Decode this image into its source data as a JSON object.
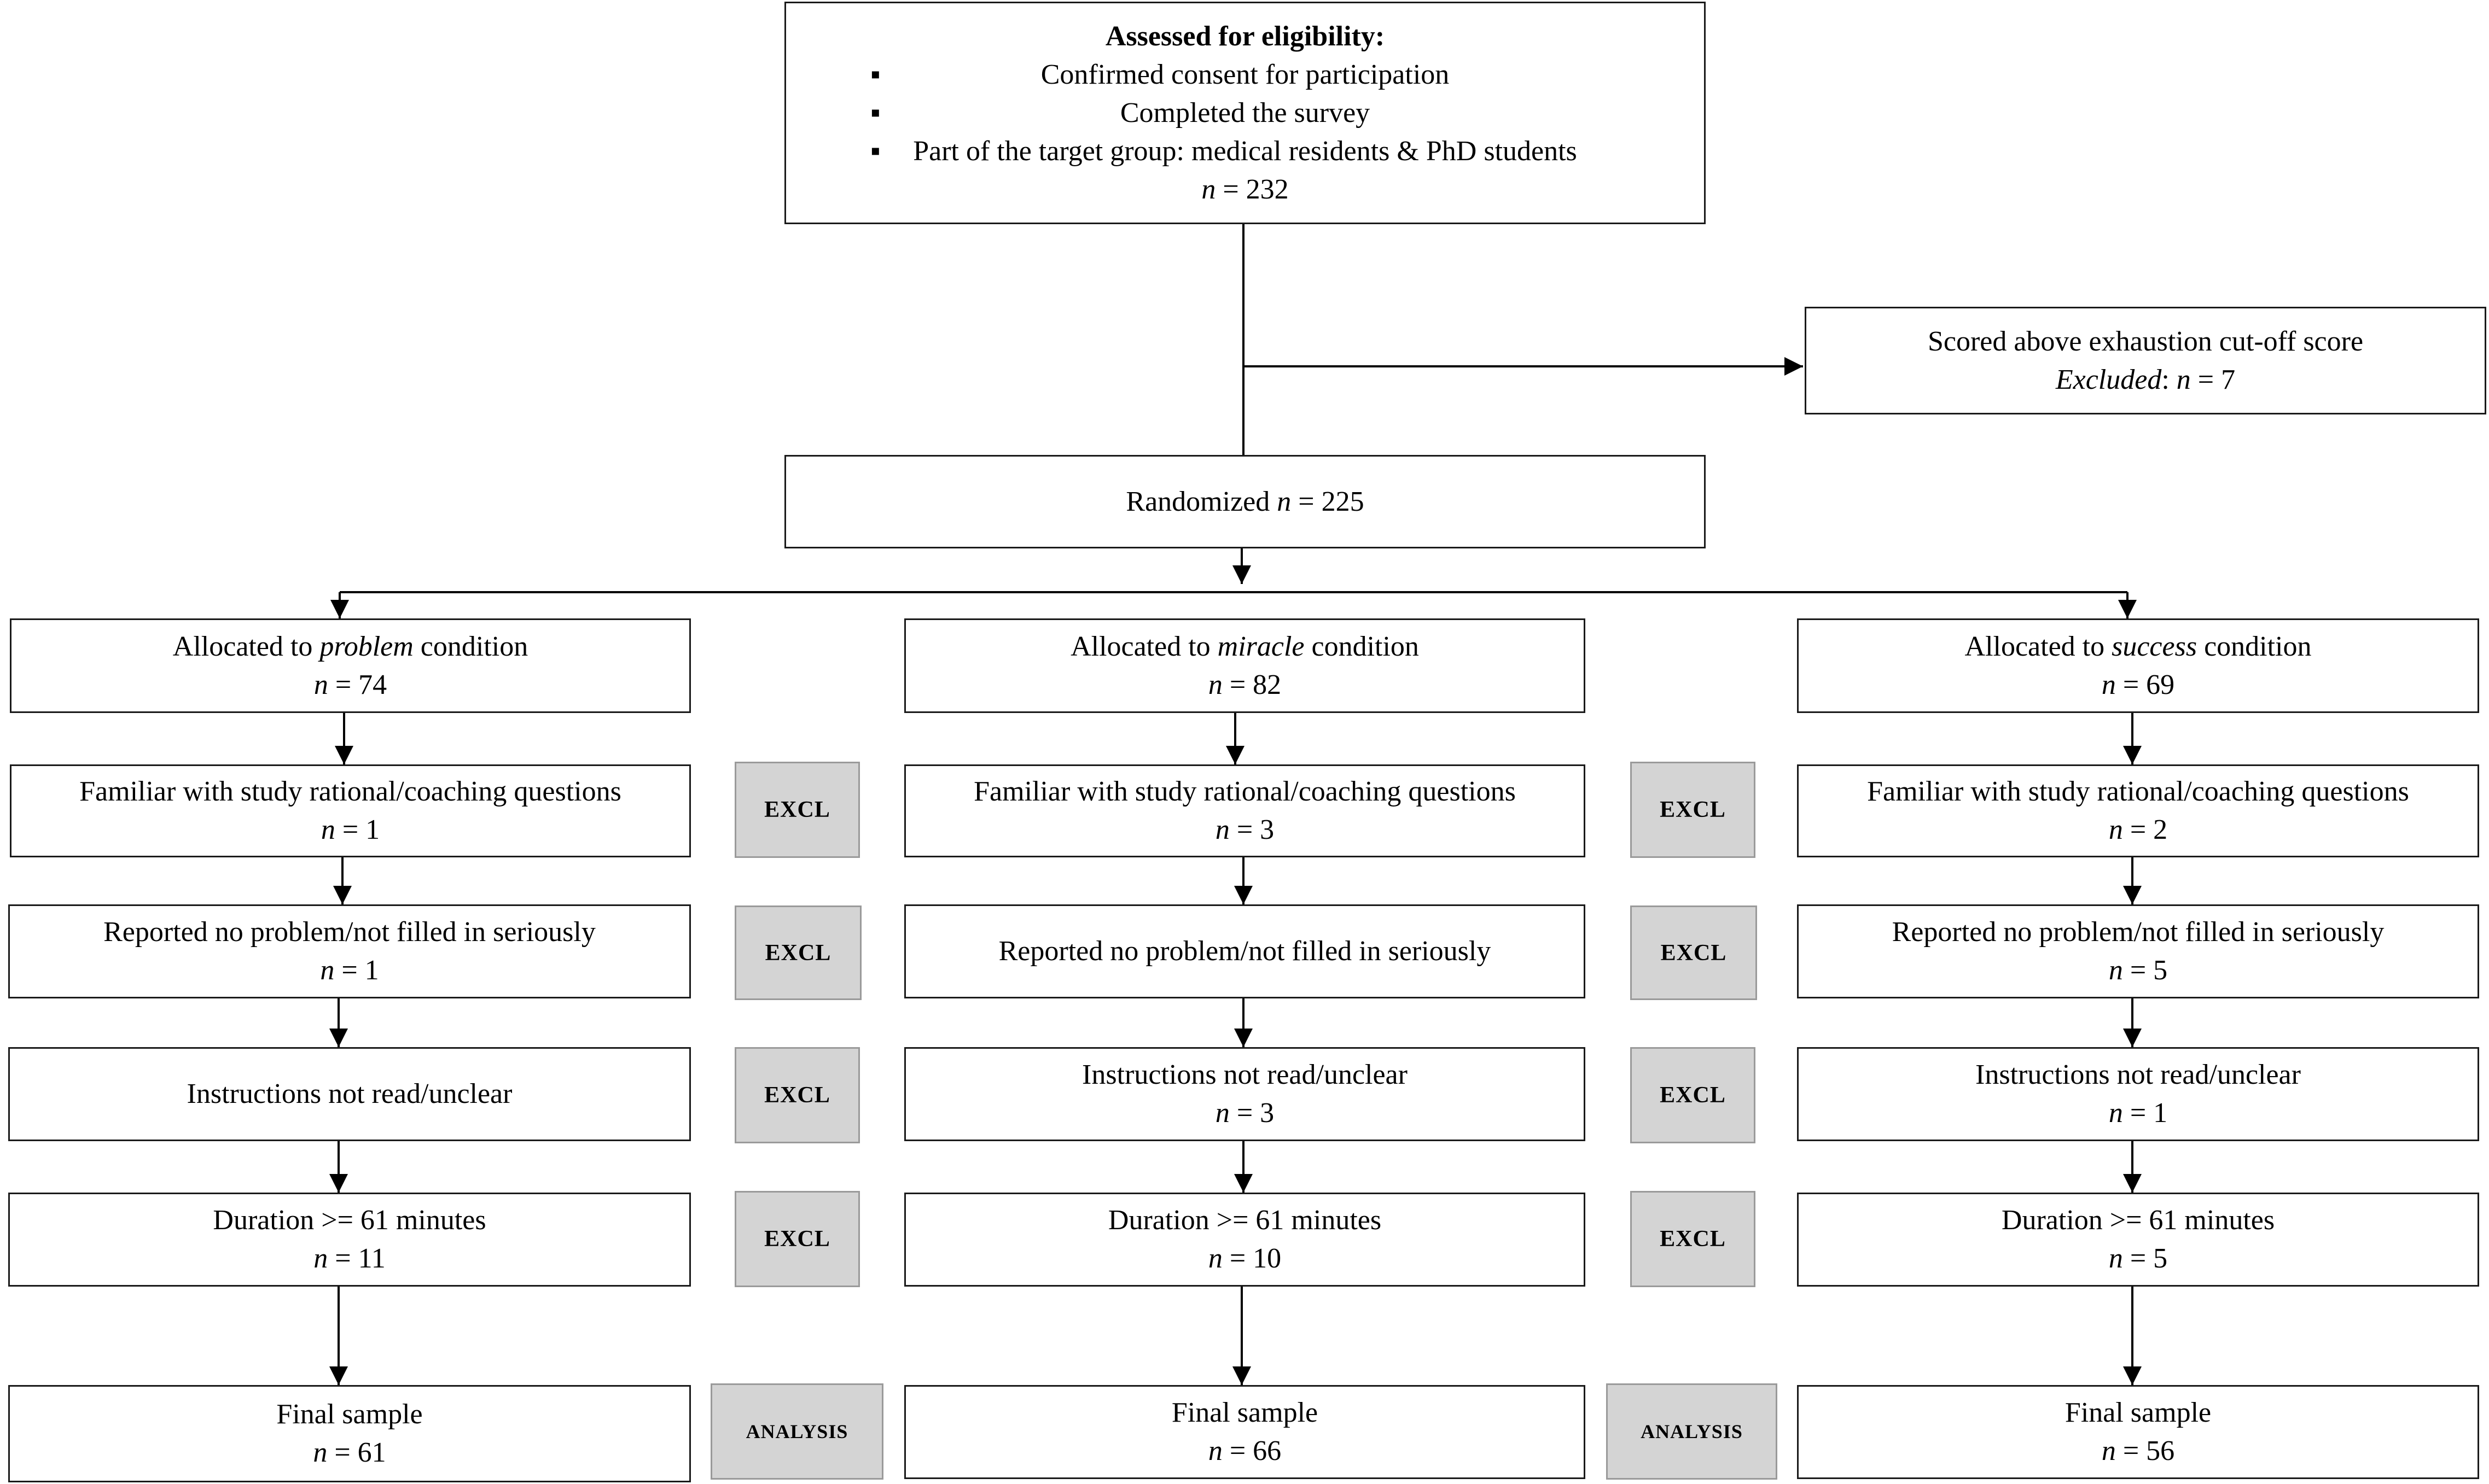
{
  "eligibility": {
    "title": "Assessed for eligibility:",
    "criteria": [
      "Confirmed consent for participation",
      "Completed the survey",
      "Part of the target group: medical residents & PhD students"
    ],
    "n_label": "n",
    "n_value": " = 232"
  },
  "exclusion": {
    "line1": "Scored above exhaustion cut-off score",
    "excluded_label": "Excluded",
    "n_text": ": n = 7"
  },
  "randomized": {
    "label": "Randomized ",
    "n_label": "n",
    "n_value": " = 225"
  },
  "conditions": [
    {
      "alloc_prefix": "Allocated to ",
      "alloc_name": "problem",
      "alloc_suffix": " condition",
      "alloc_n": "n = 74",
      "steps": [
        {
          "label": "Familiar with study rational/coaching questions",
          "n": "n = 1"
        },
        {
          "label": "Reported no problem/not filled in seriously",
          "n": "n = 1"
        },
        {
          "label": "Instructions not read/unclear",
          "n": ""
        },
        {
          "label": "Duration >= 61 minutes",
          "n": "n = 11"
        }
      ],
      "final_label": "Final sample",
      "final_n": "n = 61"
    },
    {
      "alloc_prefix": "Allocated to ",
      "alloc_name": "miracle",
      "alloc_suffix": " condition",
      "alloc_n": "n = 82",
      "steps": [
        {
          "label": "Familiar with study rational/coaching questions",
          "n": "n = 3"
        },
        {
          "label": "Reported no problem/not filled in seriously",
          "n": ""
        },
        {
          "label": "Instructions not read/unclear",
          "n": "n = 3"
        },
        {
          "label": "Duration >= 61 minutes",
          "n": "n = 10"
        }
      ],
      "final_label": "Final sample",
      "final_n": "n = 66"
    },
    {
      "alloc_prefix": "Allocated to ",
      "alloc_name": "success",
      "alloc_suffix": " condition",
      "alloc_n": "n = 69",
      "steps": [
        {
          "label": "Familiar with study rational/coaching questions",
          "n": "n = 2"
        },
        {
          "label": "Reported no problem/not filled in seriously",
          "n": "n = 5"
        },
        {
          "label": "Instructions not read/unclear",
          "n": "n = 1"
        },
        {
          "label": "Duration >= 61 minutes",
          "n": "n = 5"
        }
      ],
      "final_label": "Final sample",
      "final_n": "n = 56"
    }
  ],
  "excl_tag": "EXCL",
  "analysis_tag": "ANALYSIS"
}
